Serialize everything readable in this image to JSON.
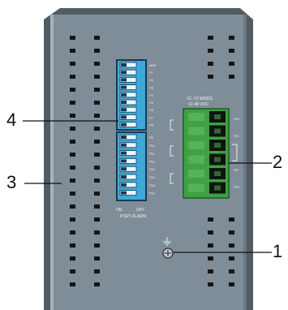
{
  "callouts": [
    {
      "number": "1",
      "target": "ground-screw"
    },
    {
      "number": "2",
      "target": "terminal-block"
    },
    {
      "number": "3",
      "target": "ventilation-slots"
    },
    {
      "number": "4",
      "target": "dip-switch-bank"
    }
  ],
  "dip_switch": {
    "upper_labels": [
      "MBP",
      "P1",
      "P2",
      "P3",
      "P4",
      "P5",
      "P6",
      "P7",
      "P8"
    ],
    "lower_labels": [
      "P9",
      "P10",
      "P11",
      "P12",
      "P13",
      "P14",
      "P15",
      "P16"
    ],
    "on_label": "ON",
    "off_label": "OFF",
    "caption": "PORT ALARM"
  },
  "terminal": {
    "header_line1": "V1, V2 BRIDG",
    "header_line2": "12-48 VDC",
    "right_labels": [
      "V1+",
      "V1-",
      "",
      "V2-",
      "V2+"
    ]
  },
  "colors": {
    "housing": "#5b6670",
    "panel": "#7f8d98",
    "slot": "#141414",
    "dip_blue": "#3ea9d8",
    "dip_dark": "#153a55",
    "terminal_green": "#3fa142",
    "terminal_dark": "#0f140f"
  }
}
